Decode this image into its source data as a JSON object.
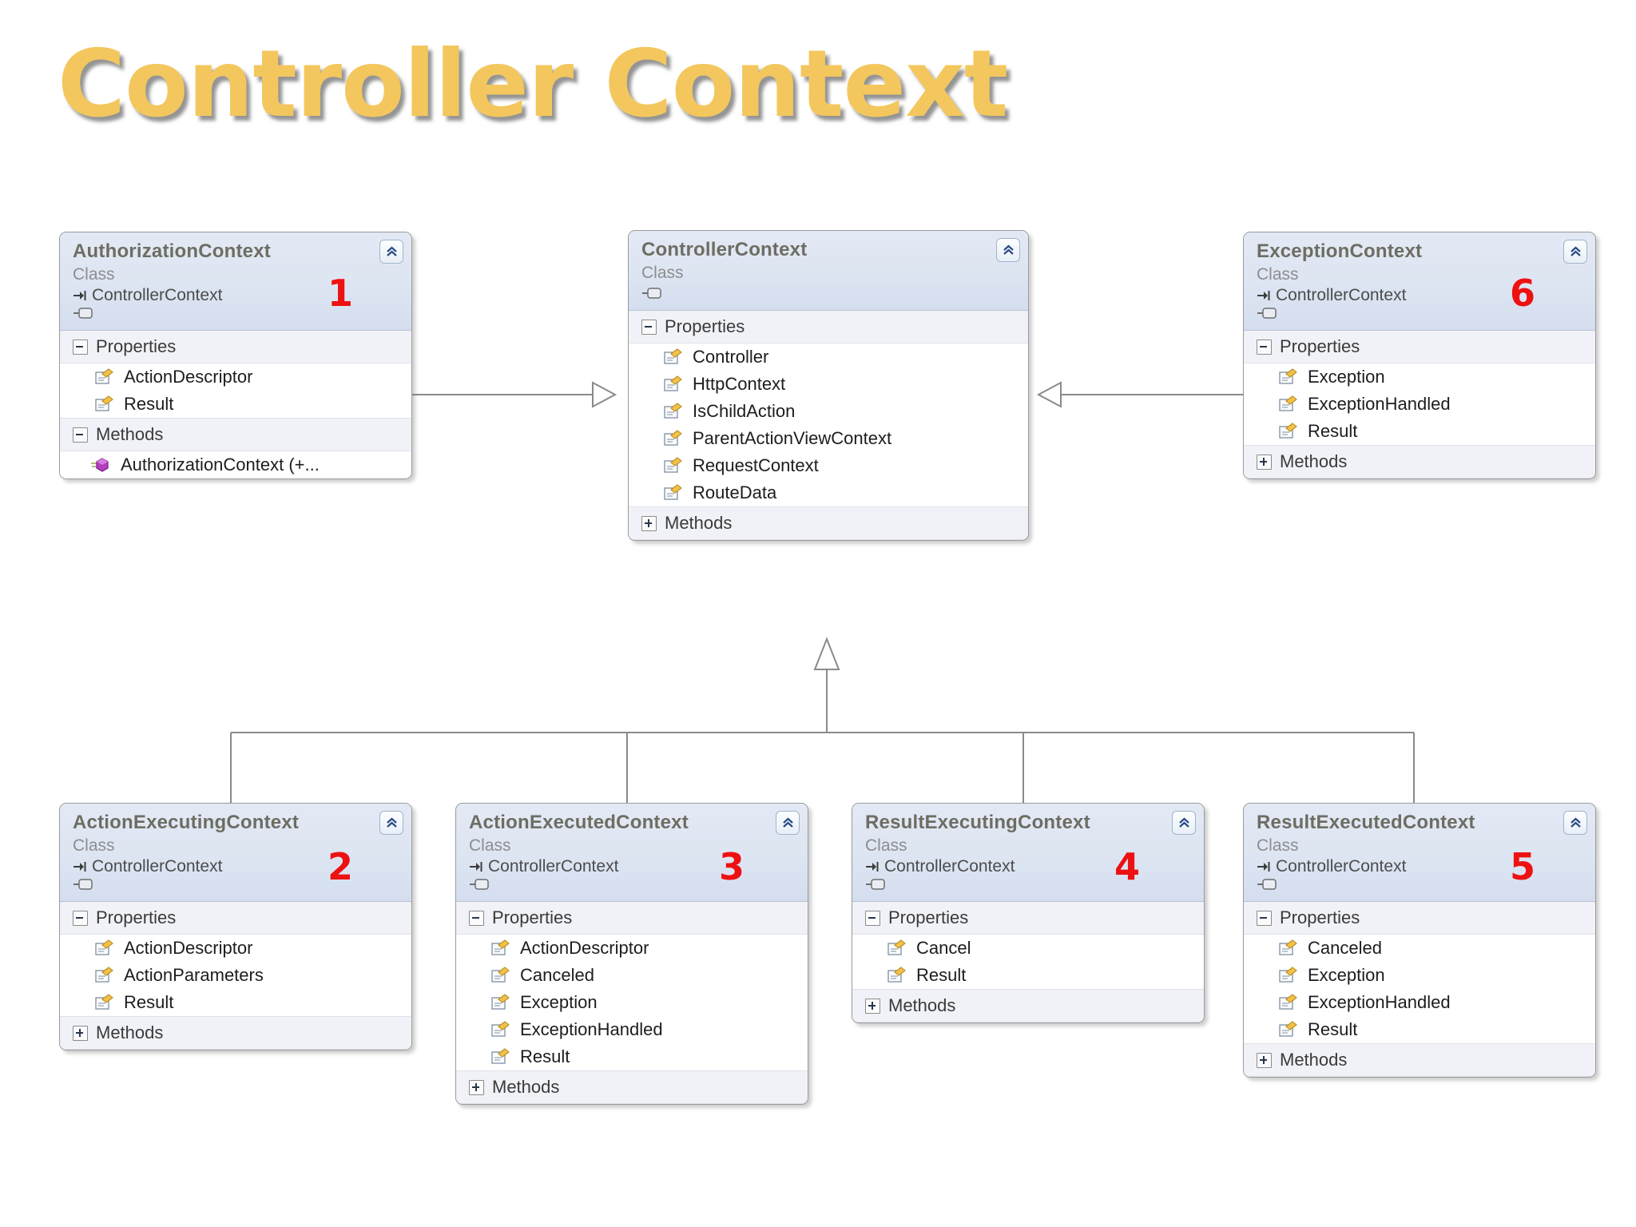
{
  "title": "Controller Context",
  "theme": {
    "title_color": "#f3c75e",
    "index_color": "#ee1111",
    "box_header_gradient_top": "#e3e9f4",
    "box_header_gradient_bottom": "#d4deef",
    "section_bg": "#f1f2f7",
    "border": "#9a9a9a",
    "class_title_color": "#6d6d63",
    "stereotype_color": "#8d8d8d"
  },
  "labels": {
    "stereotype": "Class",
    "properties": "Properties",
    "methods": "Methods"
  },
  "icons": {
    "collapse": "chevron-double-up-icon",
    "base_class": "inheritance-arrow-icon",
    "interface": "lollipop-interface-icon",
    "property": "property-icon",
    "method": "method-icon",
    "expander_minus": "minus-box-icon",
    "expander_plus": "plus-box-icon"
  },
  "classes": [
    {
      "id": "authorization-context",
      "name": "AuthorizationContext",
      "stereotype": "Class",
      "base": "ControllerContext",
      "index": "1",
      "properties_expanded": true,
      "methods_expanded": true,
      "properties": [
        "ActionDescriptor",
        "Result"
      ],
      "methods": [
        "AuthorizationContext (+..."
      ]
    },
    {
      "id": "controller-context",
      "name": "ControllerContext",
      "stereotype": "Class",
      "base": "",
      "index": "",
      "properties_expanded": true,
      "methods_expanded": false,
      "properties": [
        "Controller",
        "HttpContext",
        "IsChildAction",
        "ParentActionViewContext",
        "RequestContext",
        "RouteData"
      ],
      "methods": []
    },
    {
      "id": "exception-context",
      "name": "ExceptionContext",
      "stereotype": "Class",
      "base": "ControllerContext",
      "index": "6",
      "properties_expanded": true,
      "methods_expanded": false,
      "properties": [
        "Exception",
        "ExceptionHandled",
        "Result"
      ],
      "methods": []
    },
    {
      "id": "action-executing-context",
      "name": "ActionExecutingContext",
      "stereotype": "Class",
      "base": "ControllerContext",
      "index": "2",
      "properties_expanded": true,
      "methods_expanded": false,
      "properties": [
        "ActionDescriptor",
        "ActionParameters",
        "Result"
      ],
      "methods": []
    },
    {
      "id": "action-executed-context",
      "name": "ActionExecutedContext",
      "stereotype": "Class",
      "base": "ControllerContext",
      "index": "3",
      "properties_expanded": true,
      "methods_expanded": false,
      "properties": [
        "ActionDescriptor",
        "Canceled",
        "Exception",
        "ExceptionHandled",
        "Result"
      ],
      "methods": []
    },
    {
      "id": "result-executing-context",
      "name": "ResultExecutingContext",
      "stereotype": "Class",
      "base": "ControllerContext",
      "index": "4",
      "properties_expanded": true,
      "methods_expanded": false,
      "properties": [
        "Cancel",
        "Result"
      ],
      "methods": []
    },
    {
      "id": "result-executed-context",
      "name": "ResultExecutedContext",
      "stereotype": "Class",
      "base": "ControllerContext",
      "index": "5",
      "properties_expanded": true,
      "methods_expanded": false,
      "properties": [
        "Canceled",
        "Exception",
        "ExceptionHandled",
        "Result"
      ],
      "methods": []
    }
  ],
  "relationships": [
    {
      "from": "authorization-context",
      "to": "controller-context",
      "type": "inheritance"
    },
    {
      "from": "exception-context",
      "to": "controller-context",
      "type": "inheritance"
    },
    {
      "from": "action-executing-context",
      "to": "controller-context",
      "type": "inheritance"
    },
    {
      "from": "action-executed-context",
      "to": "controller-context",
      "type": "inheritance"
    },
    {
      "from": "result-executing-context",
      "to": "controller-context",
      "type": "inheritance"
    },
    {
      "from": "result-executed-context",
      "to": "controller-context",
      "type": "inheritance"
    }
  ]
}
